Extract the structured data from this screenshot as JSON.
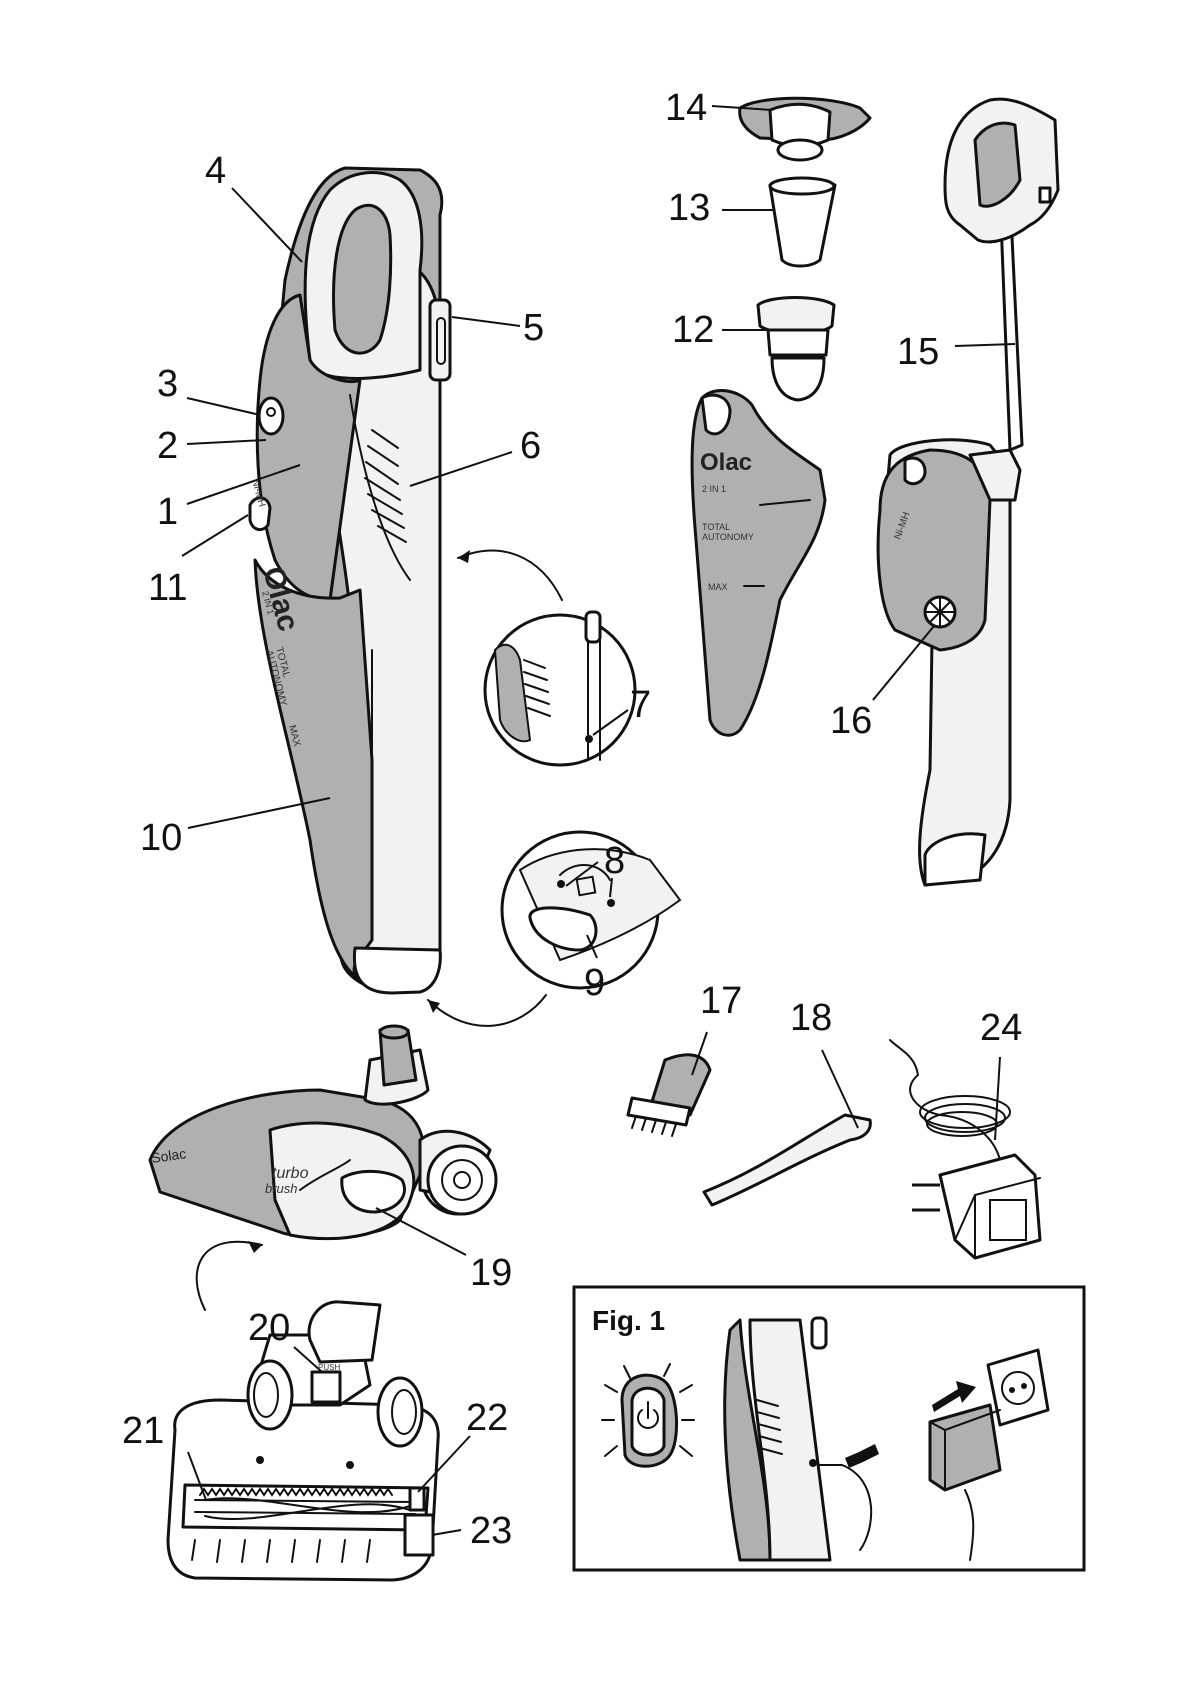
{
  "labels": {
    "n1": "1",
    "n2": "2",
    "n3": "3",
    "n4": "4",
    "n5": "5",
    "n6": "6",
    "n7": "7",
    "n8": "8",
    "n9": "9",
    "n10": "10",
    "n11": "11",
    "n12": "12",
    "n13": "13",
    "n14": "14",
    "n15": "15",
    "n16": "16",
    "n17": "17",
    "n18": "18",
    "n19": "19",
    "n20": "20",
    "n21": "21",
    "n22": "22",
    "n23": "23",
    "n24": "24"
  },
  "body_markings": {
    "brand": "Olac",
    "model": "2 IN 1",
    "battery": "Ni-MH",
    "total": "TOTAL",
    "autonomy": "AUTONOMY",
    "max": "MAX"
  },
  "brush_markings": {
    "brand": "Solac",
    "turbo": "turbo",
    "brush": "brush",
    "push": "PUSH"
  },
  "charger_markings": {
    "battery": "Ni-MH"
  },
  "figure": {
    "title": "Fig. 1"
  }
}
